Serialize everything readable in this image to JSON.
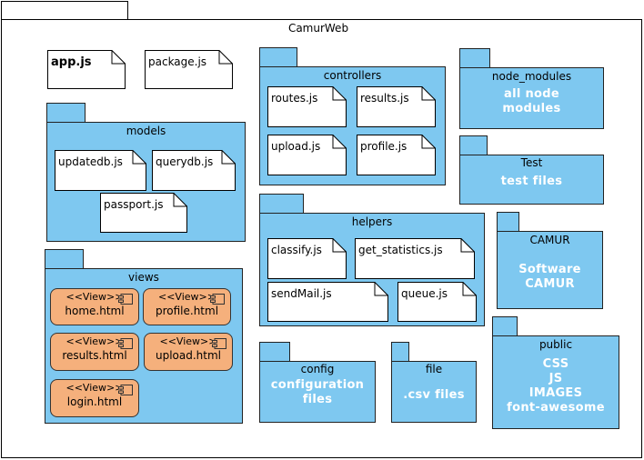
{
  "root": {
    "title": "CamurWeb"
  },
  "files": {
    "app": "app.js",
    "package": "package.js"
  },
  "packages": {
    "models": {
      "name": "models",
      "files": [
        "updatedb.js",
        "querydb.js",
        "passport.js"
      ]
    },
    "views": {
      "name": "views",
      "stereotype": "<<View>>",
      "items": [
        "home.html",
        "profile.html",
        "results.html",
        "upload.html",
        "login.html"
      ]
    },
    "controllers": {
      "name": "controllers",
      "files": [
        "routes.js",
        "results.js",
        "upload.js",
        "profile.js"
      ]
    },
    "helpers": {
      "name": "helpers",
      "files": [
        "classify.js",
        "get_statistics.js",
        "sendMail.js",
        "queue.js"
      ]
    },
    "node_modules": {
      "name": "node_modules",
      "content": [
        "all node",
        "modules"
      ]
    },
    "test": {
      "name": "Test",
      "content": [
        "test files"
      ]
    },
    "camur": {
      "name": "CAMUR",
      "content": [
        "Software",
        "CAMUR"
      ]
    },
    "public": {
      "name": "public",
      "content": [
        "CSS",
        "JS",
        "IMAGES",
        "font-awesome"
      ]
    },
    "config": {
      "name": "config",
      "content": [
        "configuration",
        "files"
      ]
    },
    "file": {
      "name": "file",
      "content": [
        ".csv files"
      ]
    }
  },
  "colors": {
    "package_fill": "#7ec8f0",
    "view_fill": "#f5b07c",
    "content_text": "#ffffff"
  }
}
